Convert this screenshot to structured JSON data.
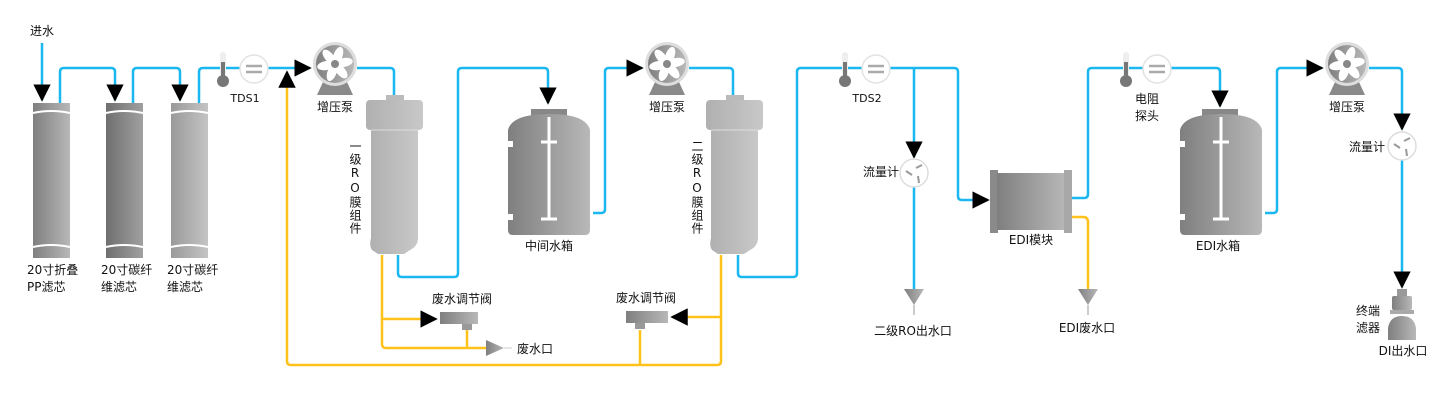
{
  "colors": {
    "water_pipe": "#1BB7F0",
    "waste_pipe": "#FFC21A",
    "equipment": "#9a9a9a"
  },
  "labels": {
    "inlet": "进水",
    "filter1": {
      "line1": "20寸折叠",
      "line2": "PP滤芯"
    },
    "filter2": {
      "line1": "20寸碳纤",
      "line2": "维滤芯"
    },
    "filter3": {
      "line1": "20寸碳纤",
      "line2": "维滤芯"
    },
    "tds1": "TDS1",
    "pump1": "增压泵",
    "ro1": "一级RO膜组件",
    "waste_valve1": "废水调节阀",
    "waste_outlet": "废水口",
    "middle_tank": "中间水箱",
    "pump2": "增压泵",
    "ro2": "二级RO膜组件",
    "waste_valve2": "废水调节阀",
    "tds2": "TDS2",
    "flowmeter1": "流量计",
    "ro2_outlet": "二级RO出水口",
    "edi_module": "EDI模块",
    "edi_waste_outlet": "EDI废水口",
    "resistivity_probe": {
      "line1": "电阻",
      "line2": "探头"
    },
    "edi_tank": "EDI水箱",
    "pump3": "增压泵",
    "flowmeter2": "流量计",
    "terminal_filter": {
      "line1": "终端",
      "line2": "滤器"
    },
    "di_outlet": "DI出水口"
  }
}
